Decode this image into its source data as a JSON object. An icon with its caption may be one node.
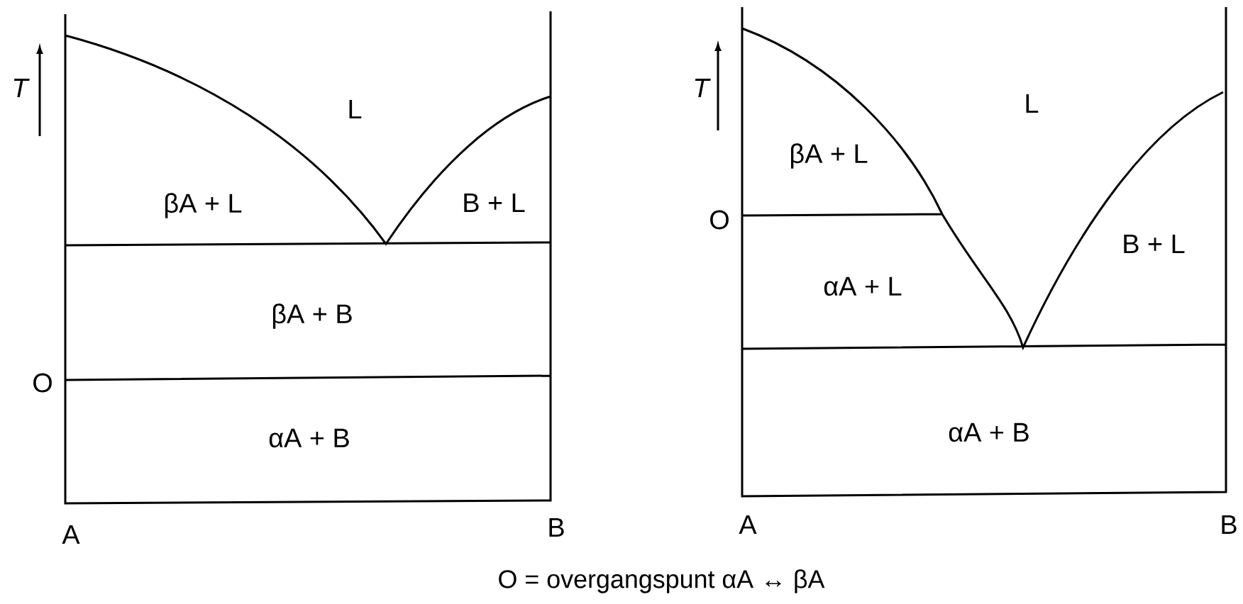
{
  "diagram": {
    "caption": "O = overgangspunt αA ↔ βA",
    "labels": [
      "T",
      "L",
      "βA + L",
      "B + L",
      "βA + B",
      "O",
      "αA + B",
      "A",
      "B",
      "T",
      "L",
      "βA + L",
      "O",
      "B + L",
      "αA + L",
      "αA + B",
      "A",
      "B"
    ]
  }
}
